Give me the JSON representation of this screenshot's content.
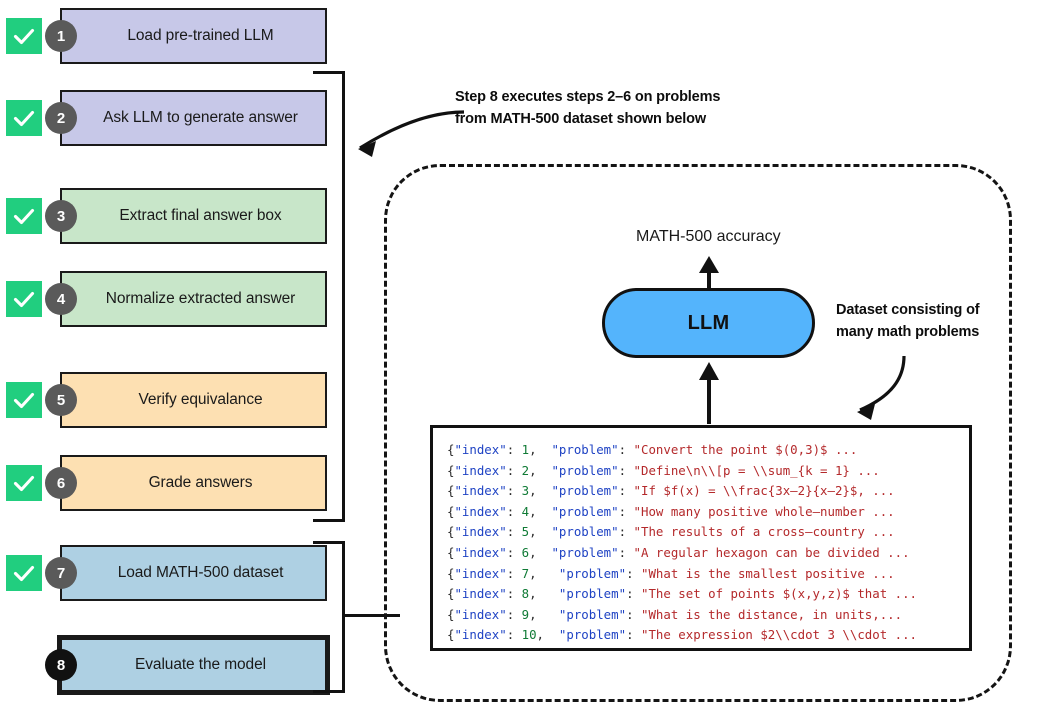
{
  "diagram": {
    "title": "LLM MATH-500 evaluation pipeline",
    "colors": {
      "check_green": "#21ce7f",
      "badge_gray": "#5a5a5a",
      "badge_dark": "#111111",
      "group_purple": "#c7c8e8",
      "group_green": "#c8e6c9",
      "group_orange": "#fde0b2",
      "group_blue": "#aed0e3",
      "llm_blue": "#54b4fc",
      "code_key_blue": "#1f43c4",
      "code_number_green": "#0f7a35",
      "code_string_red": "#b4292b",
      "outline_black": "#111111"
    },
    "steps": [
      {
        "number": "1",
        "label": "Load pre-trained LLM",
        "checked": true,
        "fill": "#c7c8e8",
        "emphasis": false
      },
      {
        "number": "2",
        "label": "Ask LLM to generate answer",
        "checked": true,
        "fill": "#c7c8e8",
        "emphasis": false
      },
      {
        "number": "3",
        "label": "Extract final answer box",
        "checked": true,
        "fill": "#c8e6c9",
        "emphasis": false
      },
      {
        "number": "4",
        "label": "Normalize extracted answer",
        "checked": true,
        "fill": "#c8e6c9",
        "emphasis": false
      },
      {
        "number": "5",
        "label": "Verify equivalance",
        "checked": true,
        "fill": "#fde0b2",
        "emphasis": false
      },
      {
        "number": "6",
        "label": "Grade answers",
        "checked": true,
        "fill": "#fde0b2",
        "emphasis": false
      },
      {
        "number": "7",
        "label": "Load MATH-500 dataset",
        "checked": true,
        "fill": "#aed0e3",
        "emphasis": false
      },
      {
        "number": "8",
        "label": "Evaluate the model",
        "checked": false,
        "fill": "#aed0e3",
        "emphasis": true
      }
    ],
    "annotations": {
      "step8_note_line1": "Step 8 executes steps 2–6 on problems",
      "step8_note_line2": "from MATH-500 dataset shown below",
      "dataset_note_line1": "Dataset consisting of",
      "dataset_note_line2": "many math problems"
    },
    "model": {
      "pill_label": "LLM",
      "output_label": "MATH-500 accuracy"
    },
    "code_block": {
      "lines": [
        {
          "prefix": "{",
          "key": "\"index\"",
          "sep": ": ",
          "num": "1",
          "comma": ",  ",
          "key2": "\"problem\"",
          "sep2": ": ",
          "str": "\"Convert the point $(0,3)$ ..."
        },
        {
          "prefix": "{",
          "key": "\"index\"",
          "sep": ": ",
          "num": "2",
          "comma": ",  ",
          "key2": "\"problem\"",
          "sep2": ": ",
          "str": "\"Define\\n\\\\[p = \\\\sum_{k = 1} ..."
        },
        {
          "prefix": "{",
          "key": "\"index\"",
          "sep": ": ",
          "num": "3",
          "comma": ",  ",
          "key2": "\"problem\"",
          "sep2": ": ",
          "str": "\"If $f(x) = \\\\frac{3x–2}{x–2}$, ..."
        },
        {
          "prefix": "{",
          "key": "\"index\"",
          "sep": ": ",
          "num": "4",
          "comma": ",  ",
          "key2": "\"problem\"",
          "sep2": ": ",
          "str": "\"How many positive whole–number ..."
        },
        {
          "prefix": "{",
          "key": "\"index\"",
          "sep": ": ",
          "num": "5",
          "comma": ",  ",
          "key2": "\"problem\"",
          "sep2": ": ",
          "str": "\"The results of a cross–country ..."
        },
        {
          "prefix": "{",
          "key": "\"index\"",
          "sep": ": ",
          "num": "6",
          "comma": ",  ",
          "key2": "\"problem\"",
          "sep2": ": ",
          "str": "\"A regular hexagon can be divided ..."
        },
        {
          "prefix": "{",
          "key": "\"index\"",
          "sep": ": ",
          "num": "7",
          "comma": ",   ",
          "key2": "\"problem\"",
          "sep2": ": ",
          "str": "\"What is the smallest positive ..."
        },
        {
          "prefix": "{",
          "key": "\"index\"",
          "sep": ": ",
          "num": "8",
          "comma": ",   ",
          "key2": "\"problem\"",
          "sep2": ": ",
          "str": "\"The set of points $(x,y,z)$ that ..."
        },
        {
          "prefix": "{",
          "key": "\"index\"",
          "sep": ": ",
          "num": "9",
          "comma": ",   ",
          "key2": "\"problem\"",
          "sep2": ": ",
          "str": "\"What is the distance, in units,..."
        },
        {
          "prefix": "{",
          "key": "\"index\"",
          "sep": ": ",
          "num": "10",
          "comma": ",  ",
          "key2": "\"problem\"",
          "sep2": ": ",
          "str": "\"The expression $2\\\\cdot 3 \\\\cdot ..."
        }
      ]
    }
  }
}
